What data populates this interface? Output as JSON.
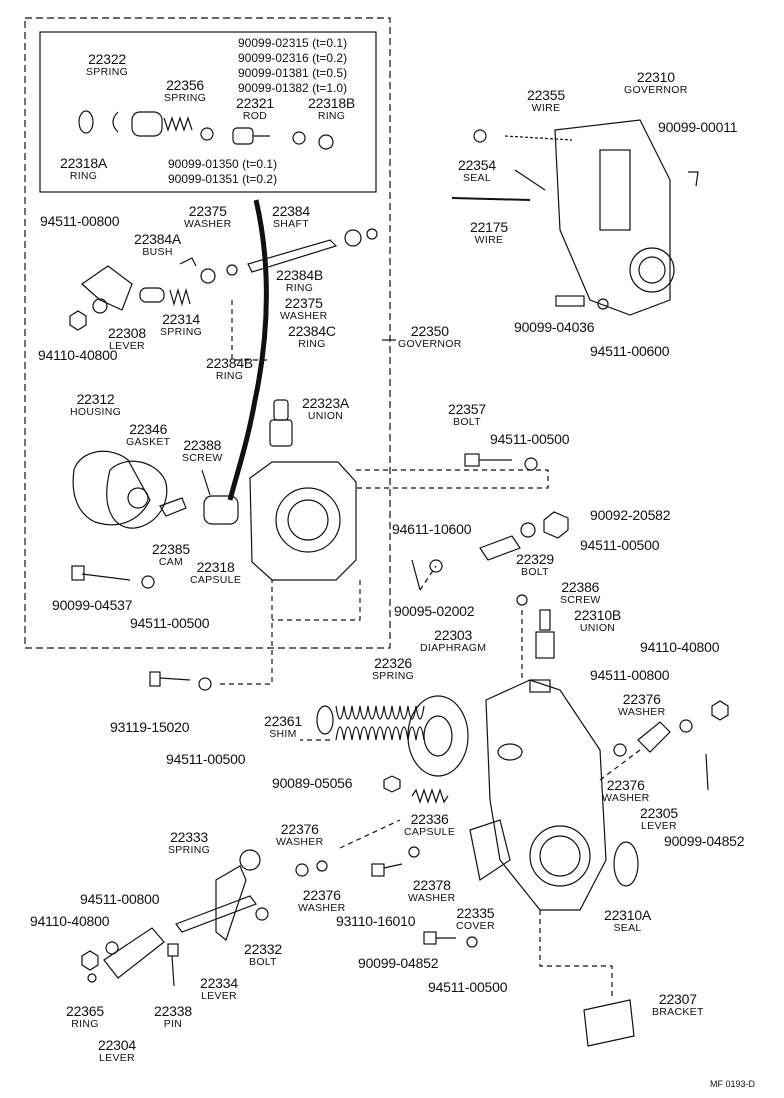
{
  "diagram_code": "MF 0193-D",
  "labels": [
    {
      "number": "22322",
      "name": "SPRING"
    },
    {
      "number": "22356",
      "name": "SPRING"
    },
    {
      "number": "22321",
      "name": "ROD"
    },
    {
      "number": "22318B",
      "name": "RING"
    },
    {
      "number": "22318A",
      "name": "RING"
    },
    {
      "number": "22355",
      "name": "WIRE"
    },
    {
      "number": "22310",
      "name": "GOVERNOR"
    },
    {
      "number": "90099-00011",
      "name": ""
    },
    {
      "number": "22354",
      "name": "SEAL"
    },
    {
      "number": "22175",
      "name": "WIRE"
    },
    {
      "number": "90099-04036",
      "name": ""
    },
    {
      "number": "94511-00600",
      "name": ""
    },
    {
      "number": "94511-00800",
      "name": ""
    },
    {
      "number": "22375",
      "name": "WASHER"
    },
    {
      "number": "22384",
      "name": "SHAFT"
    },
    {
      "number": "22384A",
      "name": "BUSH"
    },
    {
      "number": "22384B",
      "name": "RING"
    },
    {
      "number": "22375",
      "name": "WASHER"
    },
    {
      "number": "22384C",
      "name": "RING"
    },
    {
      "number": "22308",
      "name": "LEVER"
    },
    {
      "number": "22314",
      "name": "SPRING"
    },
    {
      "number": "94110-40800",
      "name": ""
    },
    {
      "number": "22350",
      "name": "GOVERNOR"
    },
    {
      "number": "22384B",
      "name": "RING"
    },
    {
      "number": "22312",
      "name": "HOUSING"
    },
    {
      "number": "22323A",
      "name": "UNION"
    },
    {
      "number": "22346",
      "name": "GASKET"
    },
    {
      "number": "22388",
      "name": "SCREW"
    },
    {
      "number": "22357",
      "name": "BOLT"
    },
    {
      "number": "94511-00500",
      "name": ""
    },
    {
      "number": "22385",
      "name": "CAM"
    },
    {
      "number": "22318",
      "name": "CAPSULE"
    },
    {
      "number": "94611-10600",
      "name": ""
    },
    {
      "number": "90092-20582",
      "name": ""
    },
    {
      "number": "94511-00500",
      "name": ""
    },
    {
      "number": "22329",
      "name": "BOLT"
    },
    {
      "number": "90099-04537",
      "name": ""
    },
    {
      "number": "94511-00500",
      "name": ""
    },
    {
      "number": "22386",
      "name": "SCREW"
    },
    {
      "number": "90095-02002",
      "name": ""
    },
    {
      "number": "22310B",
      "name": "UNION"
    },
    {
      "number": "22303",
      "name": "DIAPHRAGM"
    },
    {
      "number": "94110-40800",
      "name": ""
    },
    {
      "number": "22326",
      "name": "SPRING"
    },
    {
      "number": "94511-00800",
      "name": ""
    },
    {
      "number": "93119-15020",
      "name": ""
    },
    {
      "number": "22361",
      "name": "SHIM"
    },
    {
      "number": "22376",
      "name": "WASHER"
    },
    {
      "number": "94511-00500",
      "name": ""
    },
    {
      "number": "90089-05056",
      "name": ""
    },
    {
      "number": "22376",
      "name": "WASHER"
    },
    {
      "number": "22305",
      "name": "LEVER"
    },
    {
      "number": "22336",
      "name": "CAPSULE"
    },
    {
      "number": "90099-04852",
      "name": ""
    },
    {
      "number": "22333",
      "name": "SPRING"
    },
    {
      "number": "22376",
      "name": "WASHER"
    },
    {
      "number": "94511-00800",
      "name": ""
    },
    {
      "number": "22376",
      "name": "WASHER"
    },
    {
      "number": "22378",
      "name": "WASHER"
    },
    {
      "number": "22310A",
      "name": "SEAL"
    },
    {
      "number": "94110-40800",
      "name": ""
    },
    {
      "number": "93110-16010",
      "name": ""
    },
    {
      "number": "22335",
      "name": "COVER"
    },
    {
      "number": "22332",
      "name": "BOLT"
    },
    {
      "number": "90099-04852",
      "name": ""
    },
    {
      "number": "22334",
      "name": "LEVER"
    },
    {
      "number": "94511-00500",
      "name": ""
    },
    {
      "number": "22307",
      "name": "BRACKET"
    },
    {
      "number": "22365",
      "name": "RING"
    },
    {
      "number": "22338",
      "name": "PIN"
    },
    {
      "number": "22304",
      "name": "LEVER"
    }
  ],
  "shim_list": [
    "90099-02315 (t=0.1)",
    "90099-02316 (t=0.2)",
    "90099-01381 (t=0.5)",
    "90099-01382 (t=1.0)"
  ],
  "shim_list_b": [
    "90099-01350 (t=0.1)",
    "90099-01351 (t=0.2)"
  ]
}
